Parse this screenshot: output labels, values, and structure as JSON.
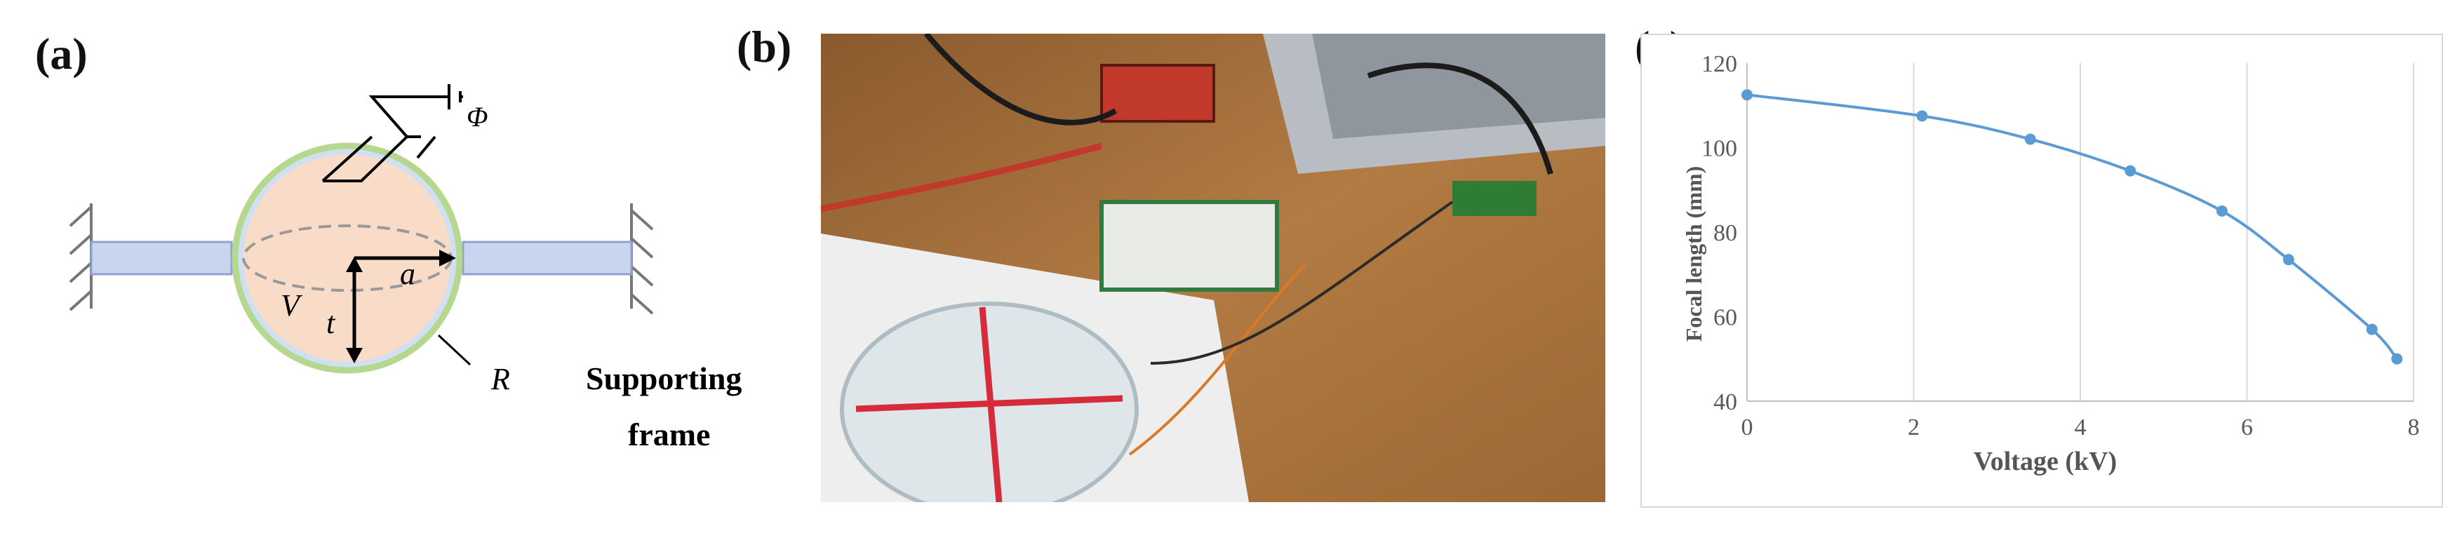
{
  "panels": {
    "a": {
      "label": "(a)",
      "symbols": {
        "phi": "Φ",
        "a": "a",
        "V": "V",
        "t": "t",
        "R": "R"
      },
      "frame_label_line1": "Supporting",
      "frame_label_line2": "frame"
    },
    "b": {
      "label": "(b)"
    },
    "c": {
      "label": "(c)"
    }
  },
  "colors": {
    "series": "#5b9bd5",
    "lens_fill": "#f8dcc8",
    "lens_ring": "#b6d88e",
    "tube": "#c9d5ee"
  },
  "chart_data": {
    "type": "line",
    "xlabel": "Voltage (kV)",
    "ylabel": "Focal length (mm)",
    "xlim": [
      0,
      8
    ],
    "ylim": [
      40,
      120
    ],
    "xticks": [
      0,
      2,
      4,
      6,
      8
    ],
    "yticks": [
      40,
      60,
      80,
      100,
      120
    ],
    "grid": "vertical",
    "series": [
      {
        "x": [
          0,
          2.1,
          3.4,
          4.6,
          5.7,
          6.5,
          7.5,
          7.8
        ],
        "y": [
          112.5,
          107.5,
          102,
          94.5,
          85,
          73.5,
          57,
          50
        ]
      }
    ]
  }
}
